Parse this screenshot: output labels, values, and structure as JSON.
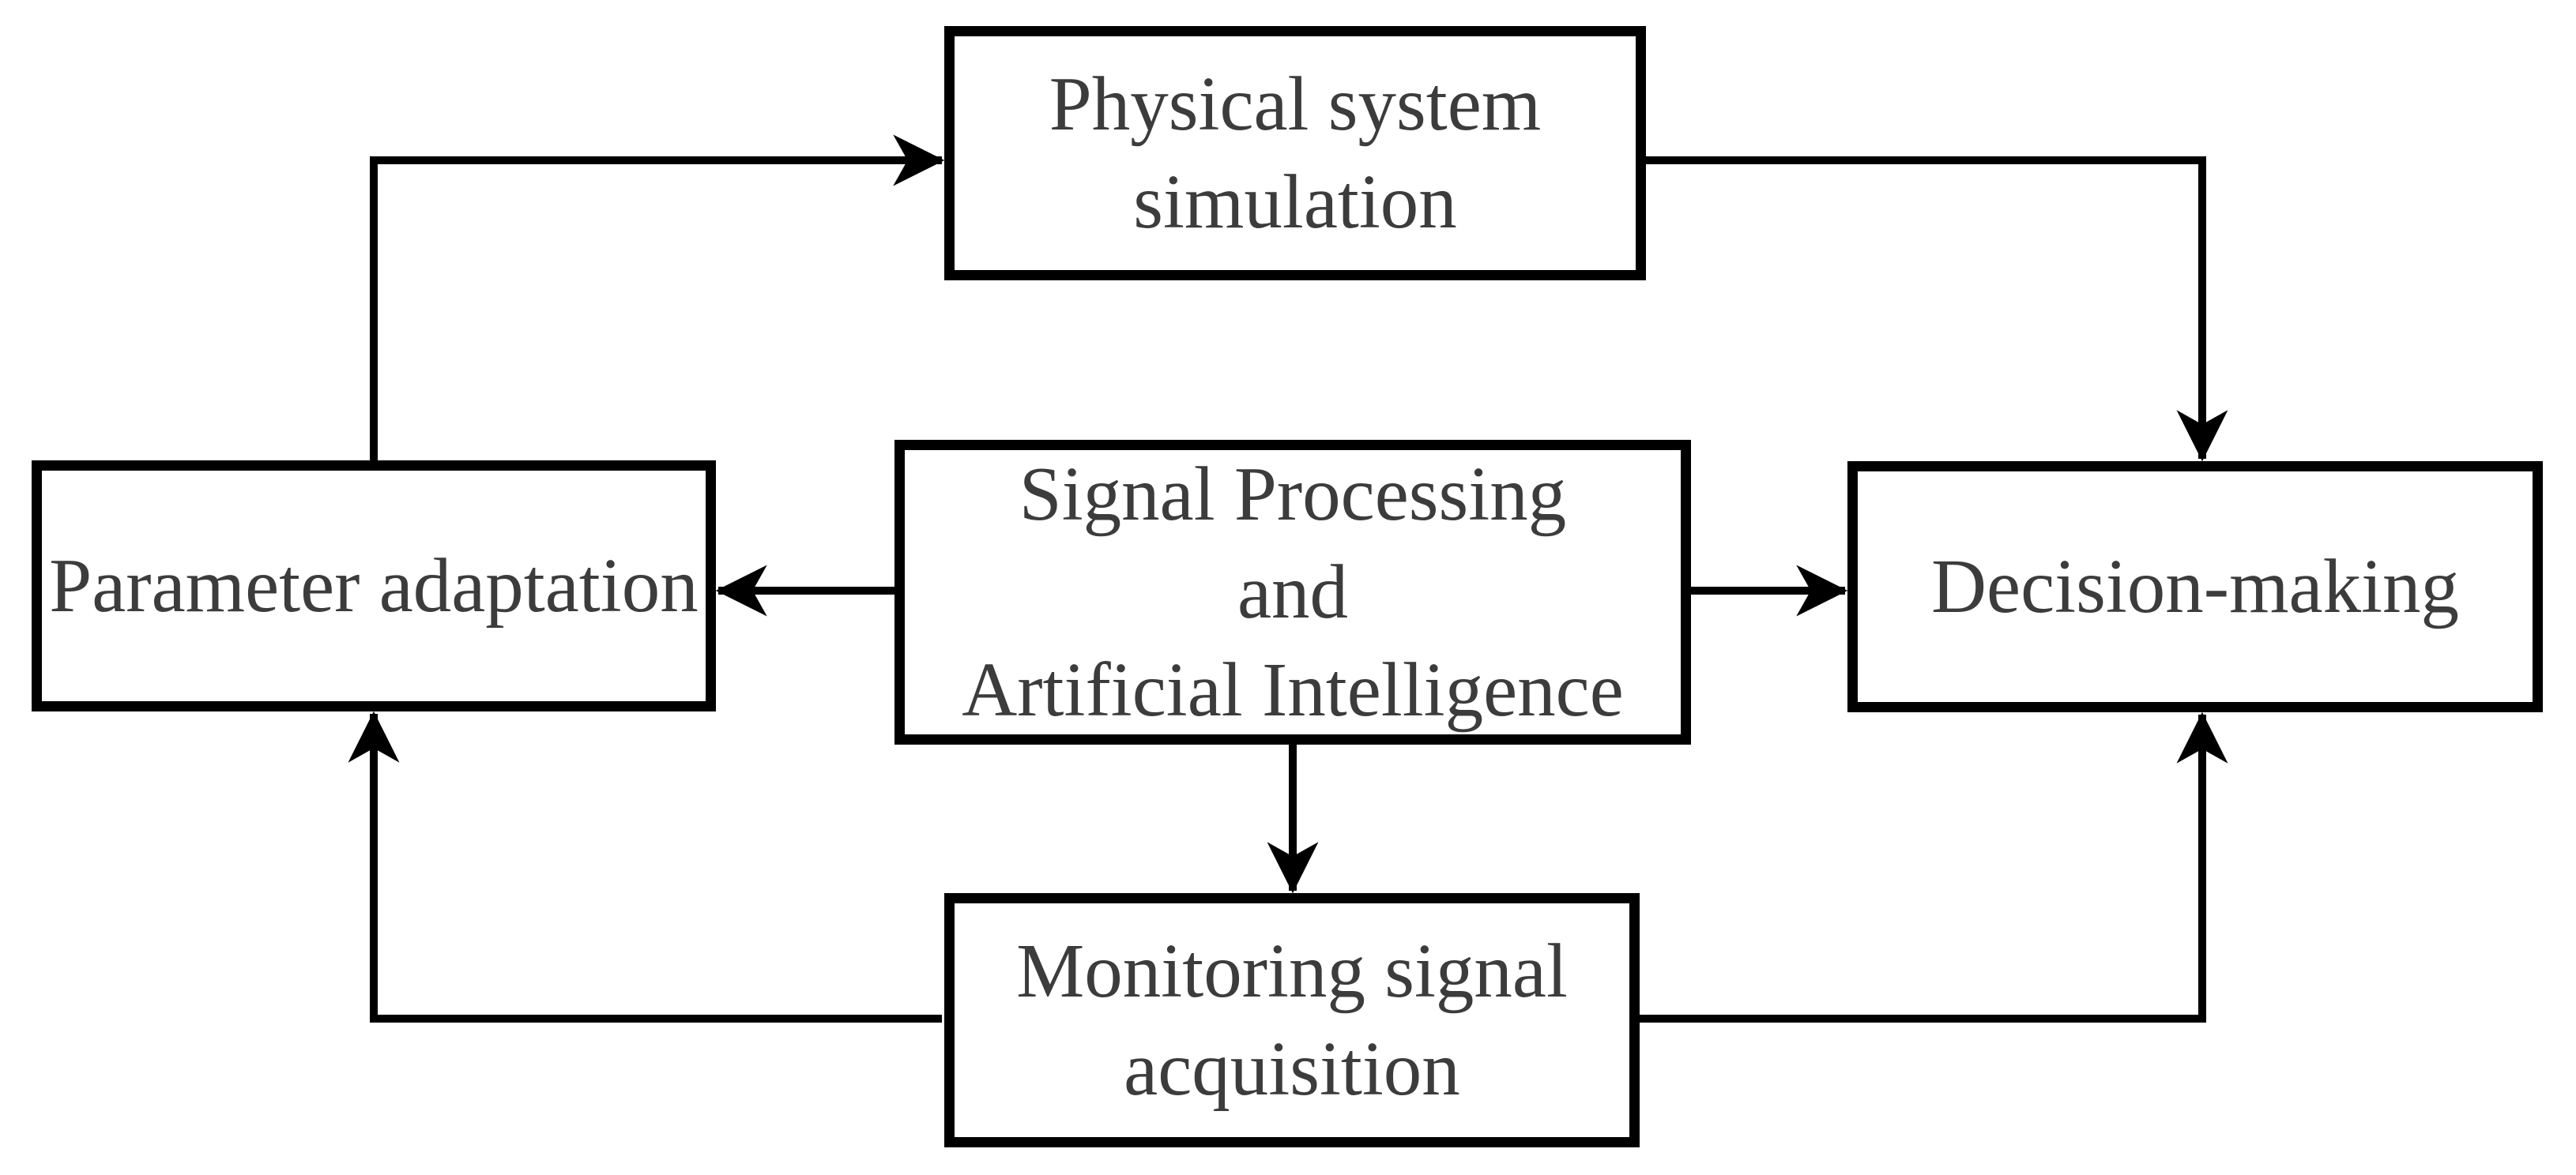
{
  "diagram": {
    "background_color": "#ffffff",
    "box_border_color": "#000000",
    "arrow_color": "#000000",
    "text_color": "#3c3c3c",
    "nodes": {
      "physical": {
        "label": "Physical system\nsimulation"
      },
      "parameter": {
        "label": "Parameter adaptation"
      },
      "signal": {
        "label": "Signal Processing\nand\nArtificial Intelligence"
      },
      "decision": {
        "label": "Decision-making"
      },
      "monitoring": {
        "label": "Monitoring signal\nacquisition"
      }
    },
    "edges": [
      {
        "from": "parameter",
        "to": "physical",
        "route": "up-then-right",
        "arrow_into": "left side of Physical system simulation"
      },
      {
        "from": "physical",
        "to": "decision",
        "route": "right-then-down",
        "arrow_into": "top of Decision-making"
      },
      {
        "from": "signal",
        "to": "parameter",
        "route": "left",
        "arrow_into": "right side of Parameter adaptation"
      },
      {
        "from": "signal",
        "to": "decision",
        "route": "right",
        "arrow_into": "left side of Decision-making"
      },
      {
        "from": "signal",
        "to": "monitoring",
        "route": "down",
        "arrow_into": "top of Monitoring signal acquisition"
      },
      {
        "from": "monitoring",
        "to": "parameter",
        "route": "left-then-up",
        "arrow_into": "bottom of Parameter adaptation"
      },
      {
        "from": "monitoring",
        "to": "decision",
        "route": "right-then-up",
        "arrow_into": "bottom of Decision-making"
      }
    ]
  }
}
